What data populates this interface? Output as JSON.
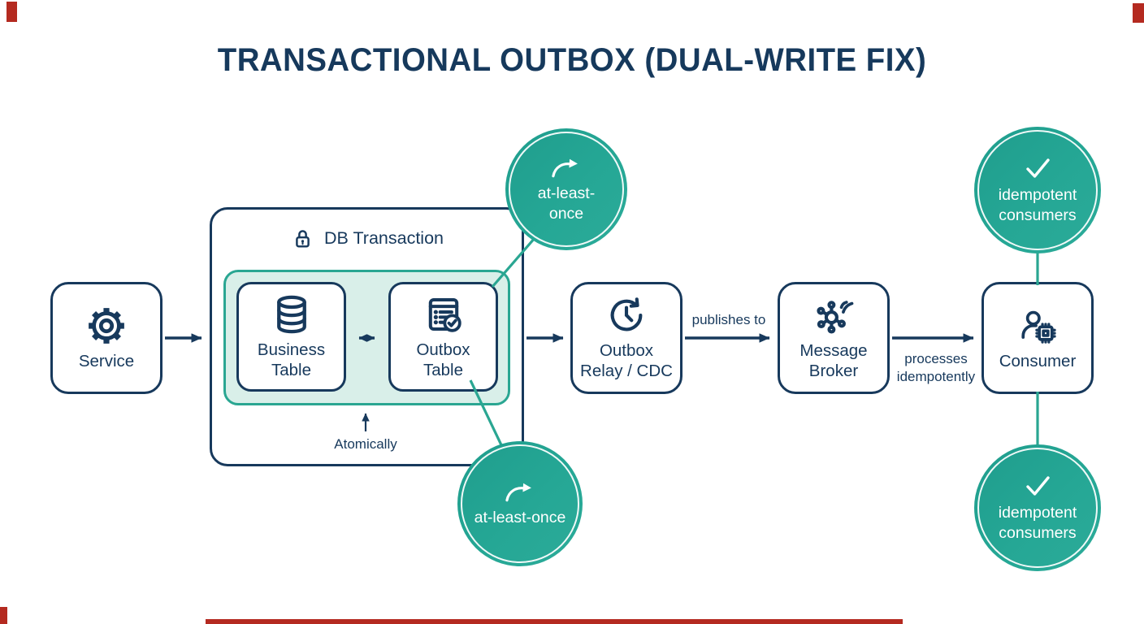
{
  "title": "TRANSACTIONAL OUTBOX (DUAL-WRITE FIX)",
  "colors": {
    "navy": "#17395c",
    "teal": "#25a795",
    "teal_light_fill": "#d9efe9",
    "teal_border": "#2aa692",
    "red_mark": "#b42a20",
    "background": "#ffffff",
    "circle_text": "#ffffff"
  },
  "nodes": {
    "service": {
      "label": "Service",
      "icon": "gear-icon"
    },
    "db_transaction": {
      "label": "DB Transaction",
      "icon": "lock-icon"
    },
    "business_table": {
      "label": "Business\nTable",
      "icon": "database-icon"
    },
    "outbox_table": {
      "label": "Outbox\nTable",
      "icon": "outbox-list-check-icon"
    },
    "outbox_relay": {
      "label": "Outbox\nRelay / CDC",
      "icon": "clock-refresh-icon"
    },
    "message_broker": {
      "label": "Message\nBroker",
      "icon": "network-hub-broadcast-icon"
    },
    "consumer": {
      "label": "Consumer",
      "icon": "person-chip-icon"
    }
  },
  "edge_labels": {
    "atomically": "Atomically",
    "publishes_to": "publishes to",
    "processes_idempotently": "processes\nidempotently"
  },
  "badges": {
    "at_least_once_top": {
      "label": "at-least-\nonce",
      "icon": "redo-arrow-icon"
    },
    "at_least_once_bottom": {
      "label": "at-least-once",
      "icon": "redo-arrow-icon"
    },
    "idempotent_consumers_top": {
      "label": "idempotent\nconsumers",
      "icon": "check-icon"
    },
    "idempotent_consumers_bottom": {
      "label": "idempotent\nconsumers",
      "icon": "check-icon"
    }
  }
}
